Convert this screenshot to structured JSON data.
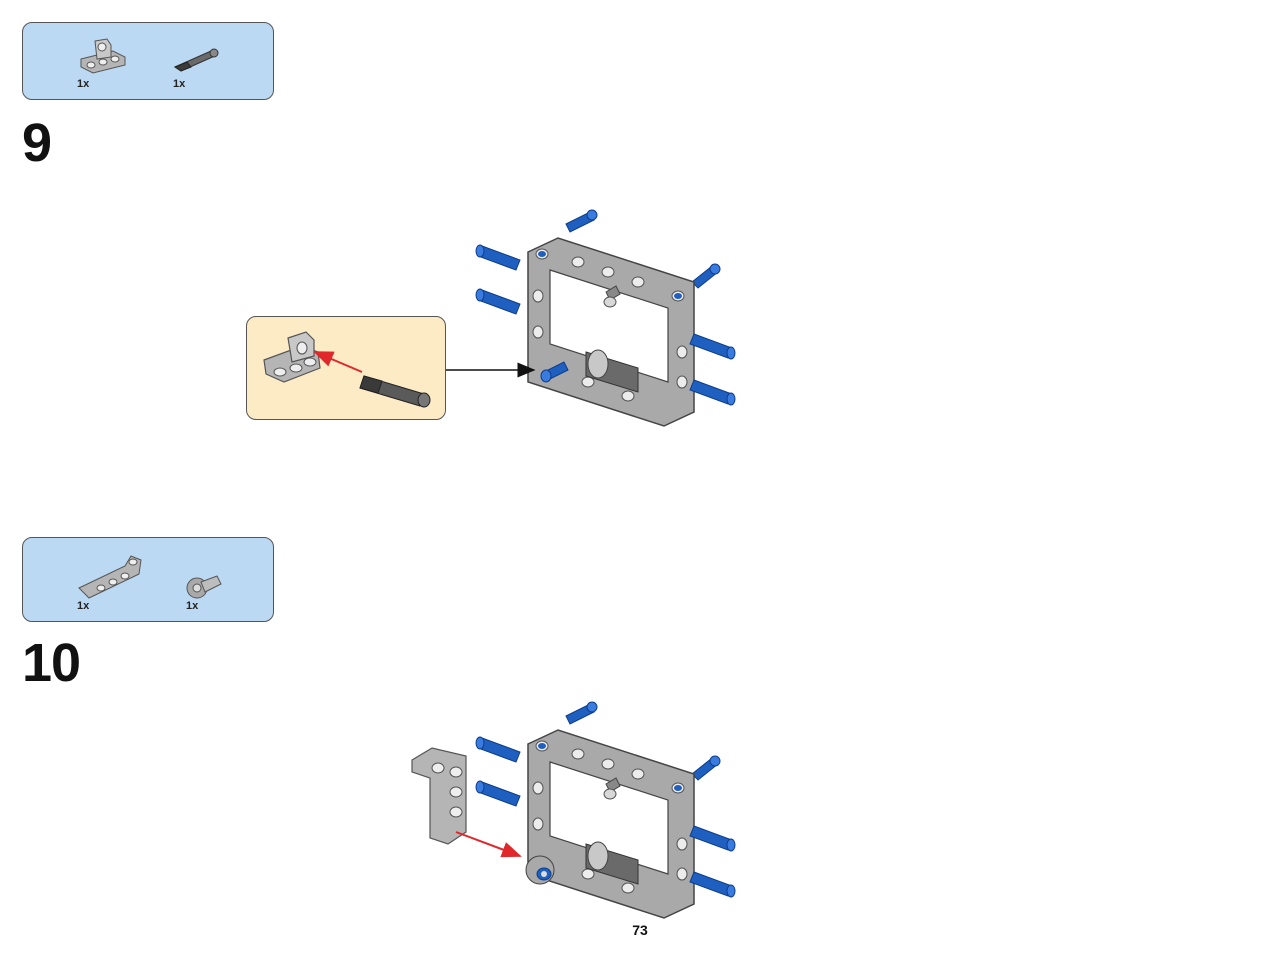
{
  "steps": [
    {
      "number": "9",
      "parts": [
        {
          "icon": "pin-connector-icon",
          "qty": "1x"
        },
        {
          "icon": "axle-pin-icon",
          "qty": "1x"
        }
      ]
    },
    {
      "number": "10",
      "parts": [
        {
          "icon": "l-beam-icon",
          "qty": "1x"
        },
        {
          "icon": "bush-icon",
          "qty": "1x"
        }
      ]
    }
  ],
  "page_number": "73",
  "colors": {
    "parts_box_bg": "#bcd9f3",
    "callout_bg": "#fdebc6",
    "frame_gray": "#a9a9a9",
    "pin_blue": "#1f5fc0",
    "arrow_red": "#e0272b"
  }
}
